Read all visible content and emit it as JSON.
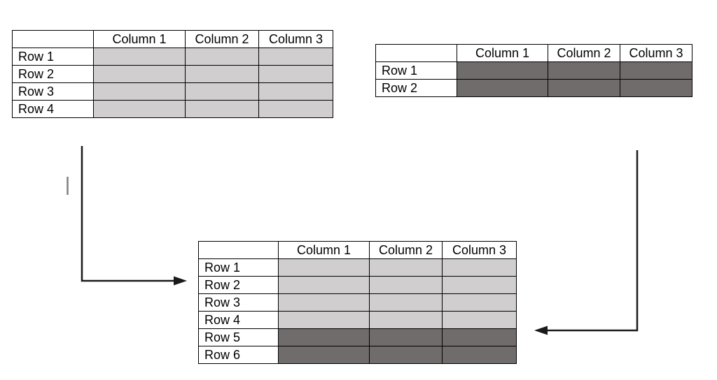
{
  "colors": {
    "light_fill": "#d0cece",
    "dark_fill": "#716c6c",
    "table_border": "#000000",
    "arrow": "#1a1a1a",
    "stray_tick": "#7f7f7f",
    "background": "#ffffff"
  },
  "tables": {
    "source_light": {
      "headers": [
        "",
        "Column 1",
        "Column 2",
        "Column 3"
      ],
      "row_labels": [
        "Row 1",
        "Row 2",
        "Row 3",
        "Row 4"
      ]
    },
    "source_dark": {
      "headers": [
        "",
        "Column 1",
        "Column 2",
        "Column 3"
      ],
      "row_labels": [
        "Row 1",
        "Row 2"
      ]
    },
    "merged": {
      "headers": [
        "",
        "Column 1",
        "Column 2",
        "Column 3"
      ],
      "row_labels": [
        "Row 1",
        "Row 2",
        "Row 3",
        "Row 4",
        "Row 5",
        "Row 6"
      ]
    }
  },
  "connectors": {
    "left_arrow": "elbow connector from light source table down-right into merged table",
    "right_arrow": "elbow connector from dark source table down-left into merged table"
  }
}
